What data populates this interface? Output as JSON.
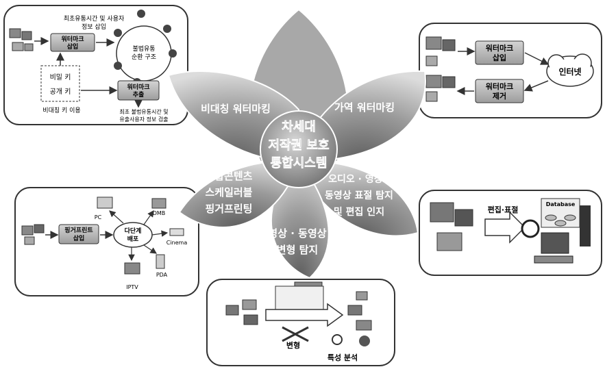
{
  "center": {
    "line1": "차세대",
    "line2": "저작권 보호",
    "line3": "통합시스템"
  },
  "petals": {
    "asymmetric": "비대칭 워터마킹",
    "reversible": "가역 워터마킹",
    "audio_l1": "오디오 · 영상 ·",
    "audio_l2": "동영상 표절 탐지",
    "audio_l3": "및 편집 인지",
    "video_l1": "영상 · 동영상",
    "video_l2": "변형 탐지",
    "finger_l1": "복합콘텐츠",
    "finger_l2": "스케일러블",
    "finger_l3": "핑거프린팅"
  },
  "topleft": {
    "note_top_l1": "최초유통시간 및 사용자",
    "note_top_l2": "정보 삽입",
    "embed_l1": "워터마크",
    "embed_l2": "삽입",
    "cycle_l1": "불법유통",
    "cycle_l2": "순환 구조",
    "secret_key": "비밀 키",
    "public_key": "공개 키",
    "asym_key": "비대칭 키 이용",
    "extract_l1": "워터마크",
    "extract_l2": "추출",
    "note_bottom_l1": "최초 불법유통시간 및",
    "note_bottom_l2": "유출사용자 정보 검출"
  },
  "topright": {
    "embed_l1": "워터마크",
    "embed_l2": "삽입",
    "remove_l1": "워터마크",
    "remove_l2": "제거",
    "internet": "인터넷"
  },
  "left": {
    "fp_l1": "핑거프린트",
    "fp_l2": "삽입",
    "dist_l1": "다단계",
    "dist_l2": "배포",
    "pc": "PC",
    "dmb": "DMB",
    "cinema": "Cinema",
    "pda": "PDA",
    "iptv": "IPTV"
  },
  "right": {
    "edit": "편집·표절",
    "database": "Database"
  },
  "bottom": {
    "transform": "변형",
    "analysis": "특성 분석"
  },
  "colors": {
    "petal_dark": "#6f6f6f",
    "petal_mid": "#9c9c9c",
    "petal_light": "#d2d2d2",
    "box_fill": "#b9b9b9",
    "frame": "#3a3a3a"
  }
}
